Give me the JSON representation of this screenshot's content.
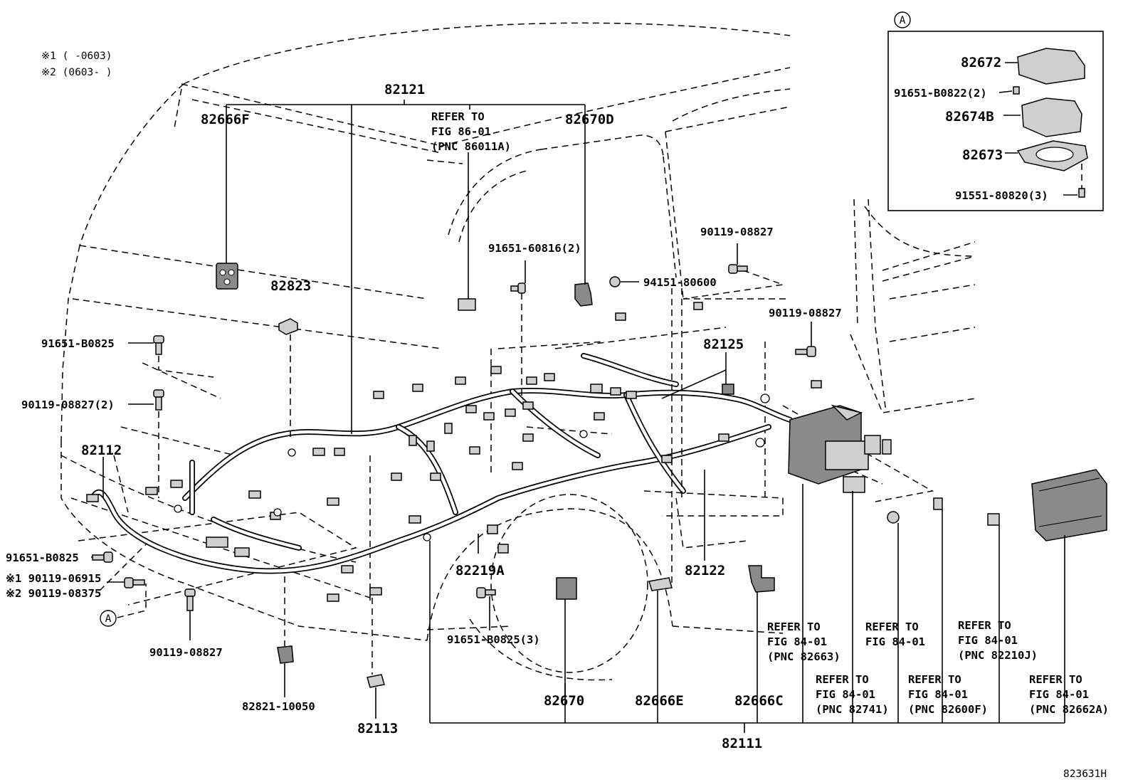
{
  "notes": {
    "n1": "※1 (      -0603)",
    "n2": "※2 (0603-      )"
  },
  "inset": {
    "marker": "A",
    "labels": {
      "p82672": "82672",
      "p91651_b0822": "91651-B0822(2)",
      "p82674b": "82674B",
      "p82673": "82673",
      "p91551_80820": "91551-80820(3)"
    }
  },
  "labels": {
    "p82121": "82121",
    "p82666f": "82666F",
    "refer_86_l1": "REFER TO",
    "refer_86_l2": "FIG 86-01",
    "refer_86_l3": "(PNC 86011A)",
    "p82670d": "82670D",
    "p91651_60816": "91651-60816(2)",
    "p90119_08827_top": "90119-08827",
    "p94151_80600": "94151-80600",
    "p90119_08827_right": "90119-08827",
    "p82823": "82823",
    "p82125": "82125",
    "p91651_b0825_upper": "91651-B0825",
    "p90119_08827_2": "90119-08827(2)",
    "p82112": "82112",
    "p91651_b0825_lower": "91651-B0825",
    "p90119_06915": "※1 90119-06915",
    "p90119_08375": "※2 90119-08375",
    "marker_a": "A",
    "p90119_08827_bottom": "90119-08827",
    "p82219a": "82219A",
    "p82122": "82122",
    "p91651_b0825_3": "91651-B0825(3)",
    "p82821_10050": "82821-10050",
    "p82113": "82113",
    "p82670": "82670",
    "p82666e": "82666E",
    "p82666c": "82666C",
    "p82111": "82111",
    "ref_82663_l1": "REFER TO",
    "ref_82663_l2": "FIG 84-01",
    "ref_82663_l3": "(PNC 82663)",
    "ref_fig84_l1": "REFER TO",
    "ref_fig84_l2": "FIG 84-01",
    "ref_82210j_l1": "REFER TO",
    "ref_82210j_l2": "FIG 84-01",
    "ref_82210j_l3": "(PNC 82210J)",
    "ref_82741_l1": "REFER TO",
    "ref_82741_l2": "FIG 84-01",
    "ref_82741_l3": "(PNC 82741)",
    "ref_82600f_l1": "REFER TO",
    "ref_82600f_l2": "FIG 84-01",
    "ref_82600f_l3": "(PNC 82600F)",
    "ref_82662a_l1": "REFER TO",
    "ref_82662a_l2": "FIG 84-01",
    "ref_82662a_l3": "(PNC 82662A)",
    "diagram_id": "823631H"
  }
}
